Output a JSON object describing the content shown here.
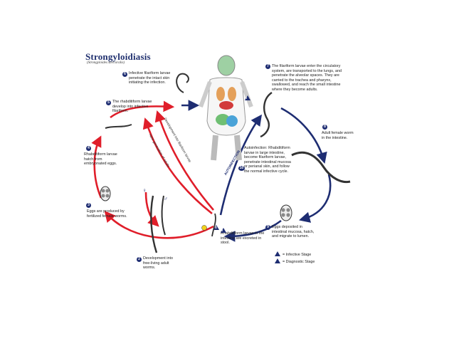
{
  "diagram": {
    "title": "Strongyloidiasis",
    "subtitle": "(Strongyloides stercoralis)",
    "steps": [
      {
        "num": "1",
        "text": "Rhabditiform larvae in the intestine are excreted in stool."
      },
      {
        "num": "2",
        "text": "Development into free-living adult worms."
      },
      {
        "num": "3",
        "text": "Eggs are produced by fertilized female worms."
      },
      {
        "num": "4",
        "text": "Rhabditiform larvae hatch from embryonated eggs."
      },
      {
        "num": "5",
        "text": "The rhabditiform larvae develop into infective filariform."
      },
      {
        "num": "6",
        "text": "Infective filariform larvae penetrate the intact skin initiating the infection."
      },
      {
        "num": "7",
        "text": "The filariform larvae enter the circulatory system, are transported to the lungs, and penetrate the alveolar spaces. They are carried to the trachea and pharynx, swallowed, and reach the small intestine where they become adults."
      },
      {
        "num": "8",
        "text": "Adult female worm in the intestine."
      },
      {
        "num": "9",
        "text": "Eggs deposited in intestinal mucosa, hatch, and migrate to lumen."
      },
      {
        "num": "10",
        "text": "Autoinfection: Rhabditiform larvae in large intestine, become filariform larvae, penetrate intestinal mucosa or perianal skin, and follow the normal infective cycle."
      }
    ],
    "arrow_labels": {
      "direct": "Development into filariform larvae",
      "free_living": "New generation of adults",
      "autoinfection": "AUTOINFECTION"
    },
    "sex_symbols": {
      "male": "♂",
      "female": "♀"
    },
    "legend": [
      {
        "mark": "i",
        "text": "= Infective Stage"
      },
      {
        "mark": "d",
        "text": "= Diagnostic Stage"
      }
    ],
    "colors": {
      "red_cycle": "#e01e2a",
      "blue_cycle": "#1e2d72",
      "text": "#222222"
    }
  }
}
